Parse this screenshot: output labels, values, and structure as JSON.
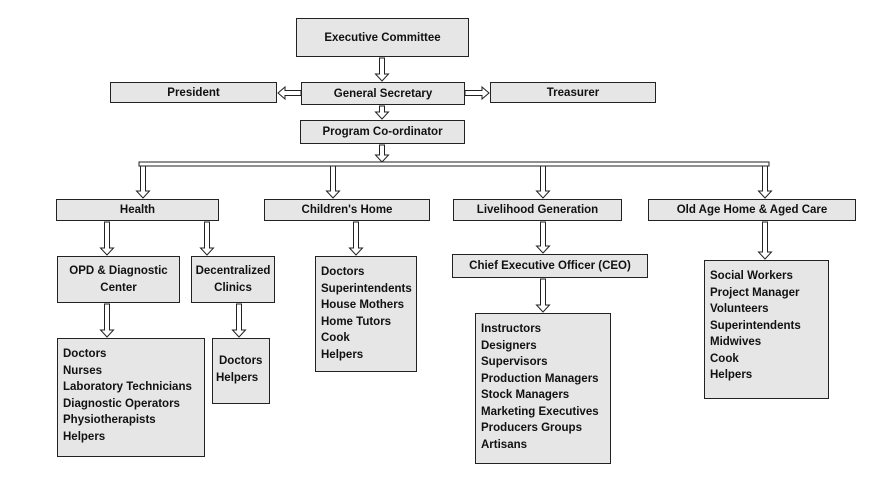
{
  "nodes": {
    "executive_committee": "Executive Committee",
    "president": "President",
    "general_secretary": "General Secretary",
    "treasurer": "Treasurer",
    "program_coordinator": "Program Co-ordinator",
    "health": "Health",
    "childrens_home": "Children's Home",
    "livelihood_generation": "Livelihood Generation",
    "old_age_home": "Old Age Home & Aged Care",
    "opd_line1": "OPD & Diagnostic",
    "opd_line2": "Center",
    "decentralized_line1": "Decentralized",
    "decentralized_line2": "Clinics",
    "ceo": "Chief Executive Officer (CEO)"
  },
  "staff": {
    "opd": [
      "Doctors",
      "Nurses",
      "Laboratory Technicians",
      "Diagnostic Operators",
      "Physiotherapists",
      "Helpers"
    ],
    "decentralized": [
      "Doctors",
      "Helpers"
    ],
    "childrens_home": [
      "Doctors",
      "Superintendents",
      "House Mothers",
      "Home Tutors",
      "Cook",
      "Helpers"
    ],
    "ceo": [
      "Instructors",
      "Designers",
      "Supervisors",
      "Production Managers",
      "Stock Managers",
      "Marketing Executives",
      "Producers Groups",
      "Artisans"
    ],
    "old_age_home": [
      "Social Workers",
      "Project Manager",
      "Volunteers",
      "Superintendents",
      "Midwives",
      "Cook",
      "Helpers"
    ]
  }
}
